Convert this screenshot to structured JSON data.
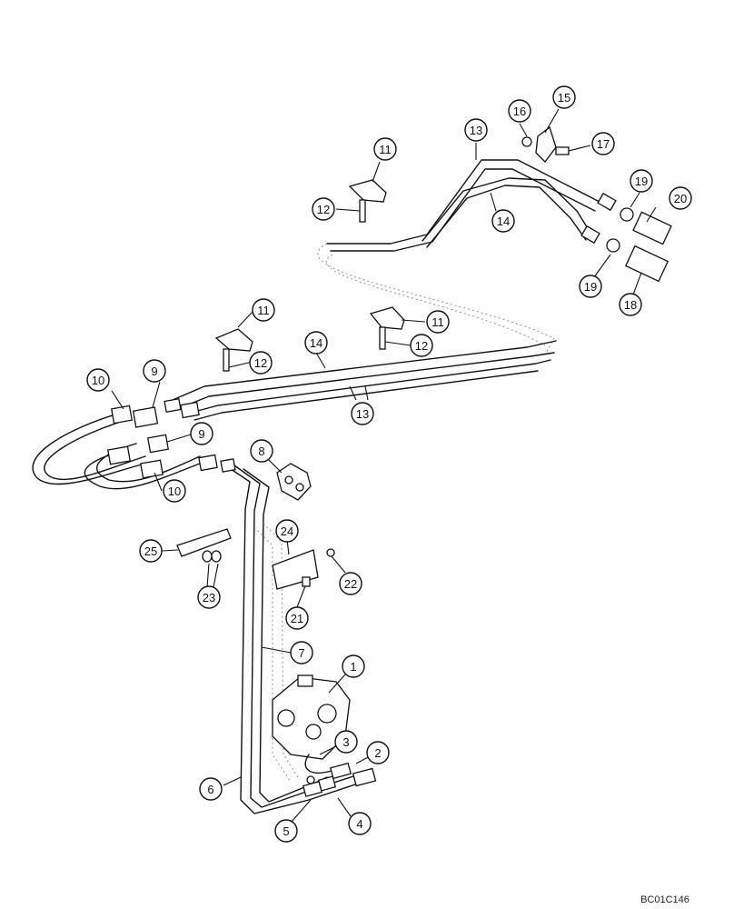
{
  "diagram": {
    "drawing_code": "BC01C146",
    "callouts": [
      {
        "id": "c1",
        "label": "1"
      },
      {
        "id": "c2",
        "label": "2"
      },
      {
        "id": "c3",
        "label": "3"
      },
      {
        "id": "c4",
        "label": "4"
      },
      {
        "id": "c5",
        "label": "5"
      },
      {
        "id": "c6",
        "label": "6"
      },
      {
        "id": "c7",
        "label": "7"
      },
      {
        "id": "c8",
        "label": "8"
      },
      {
        "id": "c9a",
        "label": "9"
      },
      {
        "id": "c9b",
        "label": "9"
      },
      {
        "id": "c10a",
        "label": "10"
      },
      {
        "id": "c10b",
        "label": "10"
      },
      {
        "id": "c11a",
        "label": "11"
      },
      {
        "id": "c11b",
        "label": "11"
      },
      {
        "id": "c11c",
        "label": "11"
      },
      {
        "id": "c12a",
        "label": "12"
      },
      {
        "id": "c12b",
        "label": "12"
      },
      {
        "id": "c12c",
        "label": "12"
      },
      {
        "id": "c13a",
        "label": "13"
      },
      {
        "id": "c13b",
        "label": "13"
      },
      {
        "id": "c14a",
        "label": "14"
      },
      {
        "id": "c14b",
        "label": "14"
      },
      {
        "id": "c15",
        "label": "15"
      },
      {
        "id": "c16",
        "label": "16"
      },
      {
        "id": "c17",
        "label": "17"
      },
      {
        "id": "c18",
        "label": "18"
      },
      {
        "id": "c19a",
        "label": "19"
      },
      {
        "id": "c19b",
        "label": "19"
      },
      {
        "id": "c20",
        "label": "20"
      },
      {
        "id": "c21",
        "label": "21"
      },
      {
        "id": "c22",
        "label": "22"
      },
      {
        "id": "c23",
        "label": "23"
      },
      {
        "id": "c24",
        "label": "24"
      },
      {
        "id": "c25",
        "label": "25"
      }
    ]
  }
}
